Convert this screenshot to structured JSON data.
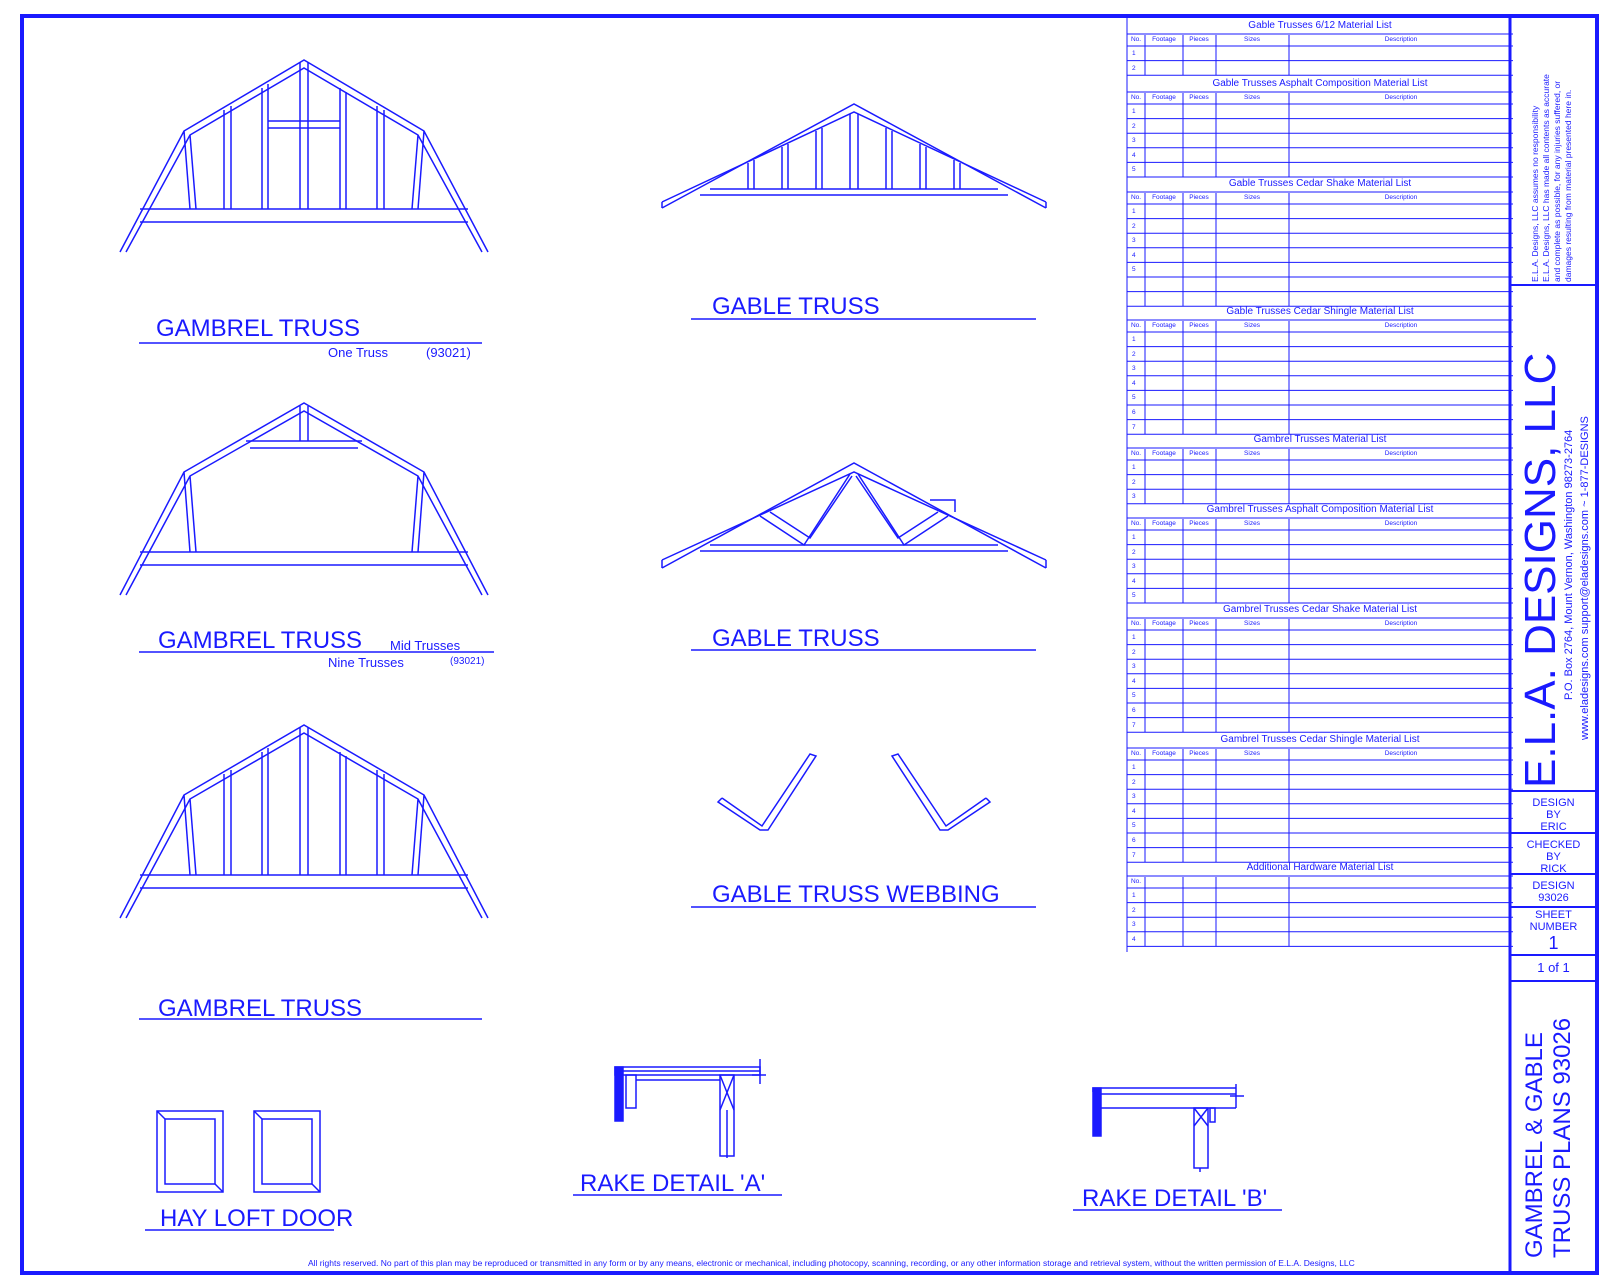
{
  "labels": {
    "gambrel1_title": "GAMBREL TRUSS",
    "gambrel1_count": "One Truss",
    "gambrel1_code": "(93021)",
    "gambrel2_title": "GAMBREL TRUSS",
    "gambrel2_note": "Mid Trusses",
    "gambrel2_count": "Nine Trusses",
    "gambrel2_code": "(93021)",
    "gambrel3_title": "GAMBREL TRUSS",
    "gable1_title": "GABLE TRUSS",
    "gable2_title": "GABLE TRUSS",
    "webbing_title": "GABLE TRUSS WEBBING",
    "hayloft_title": "HAY LOFT DOOR",
    "rake_a_title": "RAKE DETAIL 'A'",
    "rake_b_title": "RAKE DETAIL 'B'"
  },
  "material_lists": {
    "columns": [
      "No.",
      "Footage",
      "Pieces",
      "Sizes",
      "Description"
    ],
    "lists": [
      {
        "title": "Gable Trusses 6/12 Material List",
        "rows": [
          "1",
          "2"
        ]
      },
      {
        "title": "Gable Trusses Asphalt Composition Material List",
        "rows": [
          "1",
          "2",
          "3",
          "4",
          "5"
        ]
      },
      {
        "title": "Gable Trusses Cedar Shake Material List",
        "rows": [
          "1",
          "2",
          "3",
          "4",
          "5",
          "",
          ""
        ]
      },
      {
        "title": "Gable Trusses Cedar Shingle Material List",
        "rows": [
          "1",
          "2",
          "3",
          "4",
          "5",
          "6",
          "7"
        ]
      },
      {
        "title": "Gambrel Trusses Material List",
        "rows": [
          "1",
          "2",
          "3"
        ]
      },
      {
        "title": "Gambrel Trusses Asphalt Composition Material List",
        "rows": [
          "1",
          "2",
          "3",
          "4",
          "5"
        ]
      },
      {
        "title": "Gambrel Trusses Cedar Shake Material List",
        "rows": [
          "1",
          "2",
          "3",
          "4",
          "5",
          "6",
          "7"
        ]
      },
      {
        "title": "Gambrel Trusses Cedar Shingle Material List",
        "rows": [
          "1",
          "2",
          "3",
          "4",
          "5",
          "6",
          "7"
        ]
      },
      {
        "title": "Additional Hardware Material List",
        "rows": [
          "1",
          "2",
          "3",
          "4"
        ]
      }
    ]
  },
  "title_block": {
    "disclaimer_1": "E.L.A. Designs, LLC assumes no responsibility",
    "disclaimer_2": "E.L.A. Designs, LLC has made all contents as accurate",
    "disclaimer_3": "and complete as possible, for any injuries suffered, or",
    "disclaimer_4": "damages resulting from material presented here in.",
    "company": "E.L.A. DESIGNS, LLC",
    "address": "P.O. Box 2764, Mount Vernon, Washington 98273-2764",
    "contact": "www.eladesigns.com support@eladesigns.com ~ 1-877-DESIGNS",
    "design_by_label": "DESIGN",
    "design_by_by": "BY",
    "design_by_name": "ERIC",
    "checked_by_label": "CHECKED",
    "checked_by_by": "BY",
    "checked_by_name": "RICK",
    "design_label": "DESIGN",
    "design_number": "93026",
    "sheet_label_1": "SHEET",
    "sheet_label_2": "NUMBER",
    "sheet_number": "1",
    "sheet_of": "1 of 1",
    "plan_title_1": "GAMBREL & GABLE",
    "plan_title_2": "TRUSS PLANS 93026"
  },
  "footer": "All rights reserved. No part of this plan may be reproduced or transmitted in any form or by any means, electronic or mechanical, including photocopy, scanning, recording, or any other information storage and retrieval system, without the written permission of E.L.A. Designs, LLC",
  "colors": {
    "line": "#1a1aff",
    "background": "#ffffff"
  }
}
